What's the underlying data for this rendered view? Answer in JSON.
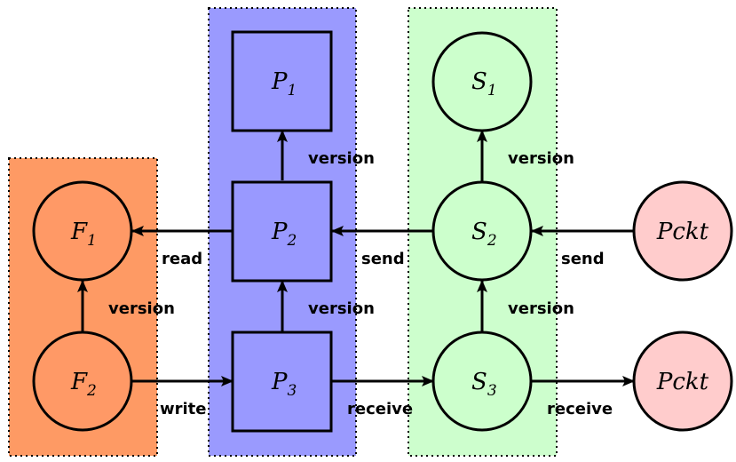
{
  "colors": {
    "f_group": "#fe9a64",
    "p_group": "#9a9afe",
    "s_group": "#cdfecd",
    "p_node": "#9999ff",
    "s_node": "#ccffcc",
    "f_node": "#ff9966",
    "pckt_node": "#ffcccc",
    "stroke": "#000000"
  },
  "nodes": {
    "p1": {
      "base": "P",
      "sub": "1"
    },
    "p2": {
      "base": "P",
      "sub": "2"
    },
    "p3": {
      "base": "P",
      "sub": "3"
    },
    "s1": {
      "base": "S",
      "sub": "1"
    },
    "s2": {
      "base": "S",
      "sub": "2"
    },
    "s3": {
      "base": "S",
      "sub": "3"
    },
    "f1": {
      "base": "F",
      "sub": "1"
    },
    "f2": {
      "base": "F",
      "sub": "2"
    },
    "pckt_top": {
      "label": "Pckt"
    },
    "pckt_bottom": {
      "label": "Pckt"
    }
  },
  "edges": {
    "p2_p1": "version",
    "p3_p2": "version",
    "s2_s1": "version",
    "s3_s2": "version",
    "f2_f1": "version",
    "p2_f1": "read",
    "s2_p2": "send",
    "pckt_s2": "send",
    "f2_p3": "write",
    "p3_s3": "receive",
    "s3_pckt": "receive"
  }
}
